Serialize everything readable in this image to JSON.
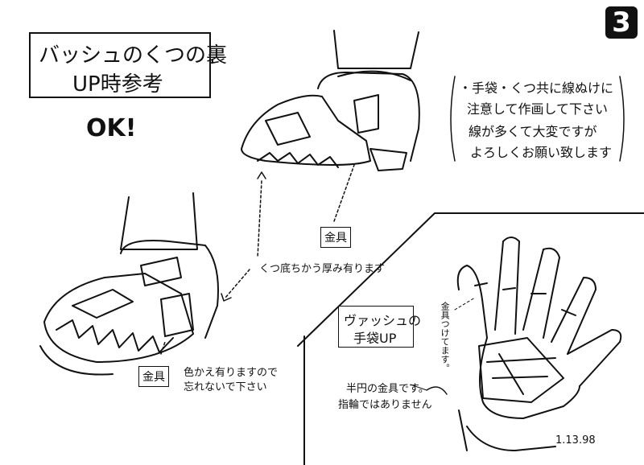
{
  "page_number": "3",
  "title": {
    "line1": "バッシュのくつの裏",
    "line2": "UP時参考"
  },
  "ok_label": "OK!",
  "note": {
    "line1": "・手袋・くつ共に線ぬけに",
    "line2": "注意して作画して下さい",
    "line3": "線が多くて大変ですが",
    "line4": "よろしくお願い致します"
  },
  "kanagu_label_top": "金具",
  "sole_note": "くつ底ちかう厚み有ります",
  "kanagu_label_bottom": "金具",
  "color_note": {
    "line1": "色かえ有りますので",
    "line2": "忘れないで下さい"
  },
  "hand_label": {
    "line1": "ヴァッシュの",
    "line2": "手袋UP"
  },
  "hand_kanagu_note": "金具つけてます。",
  "half_ring_note": {
    "line1": "半円の金具です。",
    "line2": "指輪ではありません"
  },
  "date": "1.13.98"
}
